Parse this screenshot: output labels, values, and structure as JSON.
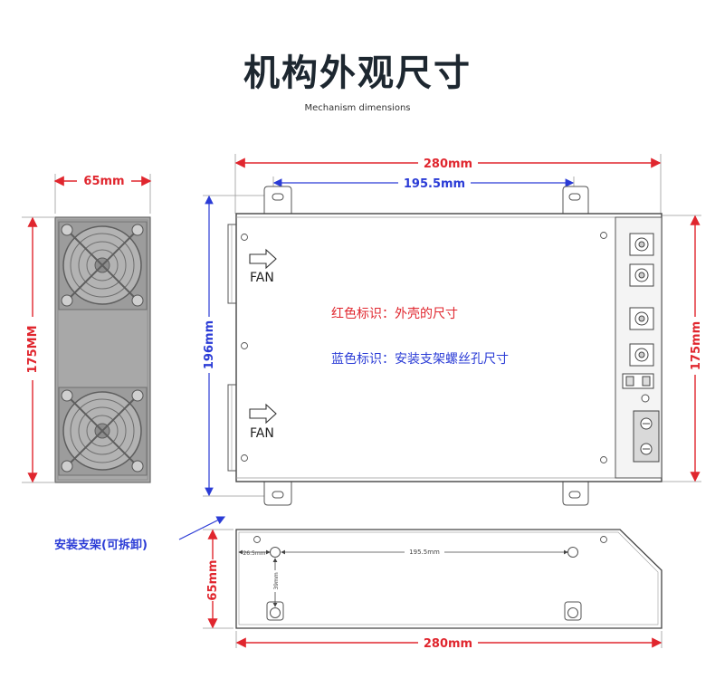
{
  "header": {
    "title": "机构外观尺寸",
    "subtitle": "Mechanism dimensions"
  },
  "side_view": {
    "width_label": "65mm",
    "height_label": "175MM"
  },
  "top_view": {
    "length_label": "280mm",
    "hole_spacing_label": "195.5mm",
    "depth_label": "196mm",
    "height_label": "175mm",
    "fan_label_1": "FAN",
    "fan_label_2": "FAN",
    "legend_red": "红色标识：外壳的尺寸",
    "legend_blue": "蓝色标识：安装支架螺丝孔尺寸"
  },
  "bracket_view": {
    "callout": "安装支架(可拆卸)",
    "height_label": "65mm",
    "length_label": "280mm",
    "offset_label": "26.5mm",
    "hole_spacing_label": "195.5mm",
    "slot_label": "39mm"
  },
  "colors": {
    "shell_dimension": "#e0262e",
    "bracket_dimension": "#2a3bd6"
  }
}
